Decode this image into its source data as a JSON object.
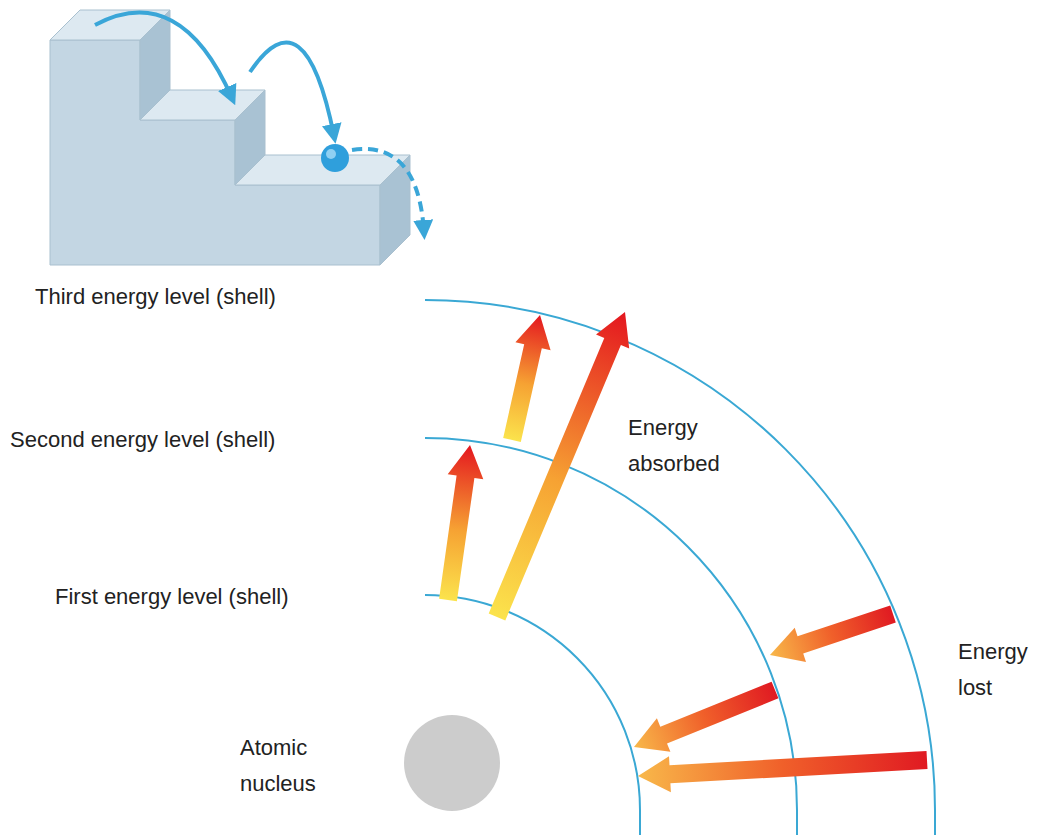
{
  "diagram": {
    "labels": [
      "Third energy level (shell)",
      "Second energy level (shell)",
      "First energy level (shell)",
      "Energy absorbed",
      "Energy lost",
      "Atomic nucleus"
    ]
  }
}
